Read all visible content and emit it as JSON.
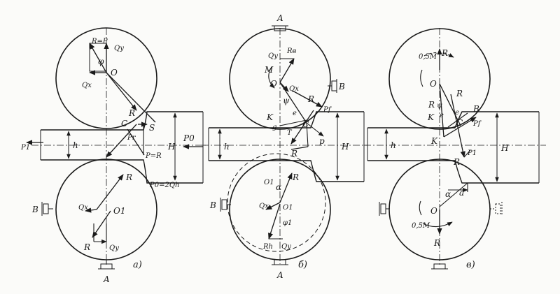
{
  "panels": [
    {
      "caption": "а)",
      "labels": {
        "top_force": "R=P",
        "qy_top": "Qy",
        "phi_top": "φ",
        "center_top": "O",
        "qx_top": "Qx",
        "r_top": "R",
        "point_c": "C",
        "s": "S",
        "pr": "Pr",
        "p_eq_r": "P=R",
        "big_h": "H",
        "p0": "P0",
        "p1": "P1",
        "small_h": "h",
        "p0_formula": "P0=2Qh",
        "qx_bot": "Qx",
        "center_bot": "O1",
        "r_bot": "R",
        "r_bot2": "R",
        "qy_bot": "Qy",
        "b": "B",
        "a": "A"
      }
    },
    {
      "caption": "б)",
      "labels": {
        "a_top": "A",
        "qy": "Qy",
        "rb": "Rв",
        "m": "M",
        "center": "O",
        "qx": "Qx",
        "b": "B",
        "r": "R",
        "psi": "ψ",
        "e": "e",
        "k": "K",
        "g": "g",
        "t": "T",
        "c": "C",
        "pf": "Pf",
        "p": "p",
        "r2": "R",
        "small_h": "h",
        "big_h": "H",
        "o1": "O1",
        "alpha": "α",
        "r3": "R",
        "qx2": "Qx",
        "o1b": "O1",
        "phi1": "φ1",
        "rh": "Rh",
        "qy2": "Qy",
        "b_left": "B",
        "a_bot": "A"
      }
    },
    {
      "caption": "в)",
      "labels": {
        "m_top": "0,5M",
        "r_top": "R",
        "center": "O",
        "r_right": "R",
        "r_left": "R",
        "psi": "ψ",
        "k": "K",
        "e": "e",
        "e2": "e",
        "b": "B",
        "c": "C",
        "pf": "Pf",
        "small_h": "h",
        "k2": "K",
        "r_mid": "R",
        "p1": "P1",
        "big_h": "H",
        "alpha": "α",
        "a": "a",
        "o_bot": "O",
        "m_bot": "0,5M",
        "r_bot": "R"
      }
    }
  ]
}
